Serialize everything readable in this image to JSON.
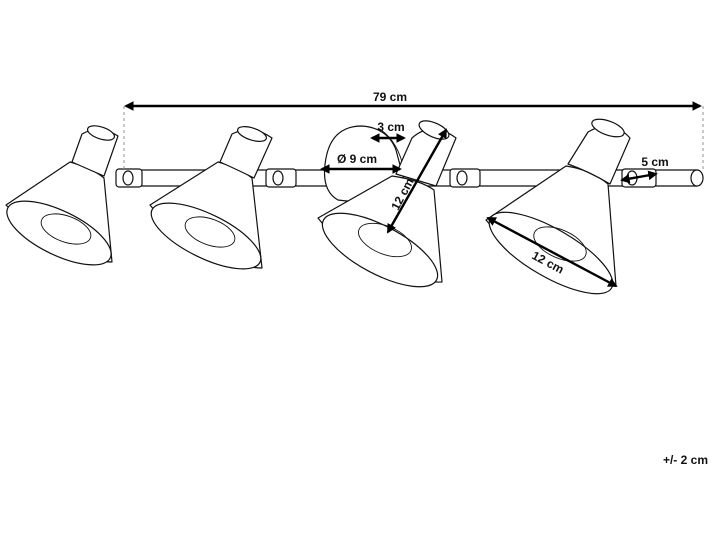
{
  "dimensions": {
    "total_length": "79 cm",
    "canopy_depth": "3 cm",
    "canopy_diameter": "Ø 9 cm",
    "shade_height": "12 cm",
    "shade_diameter": "12 cm",
    "rod_end": "5 cm"
  },
  "tolerance": "+/- 2 cm",
  "colors": {
    "line": "#111111",
    "arrow": "#000000",
    "background": "#ffffff"
  }
}
